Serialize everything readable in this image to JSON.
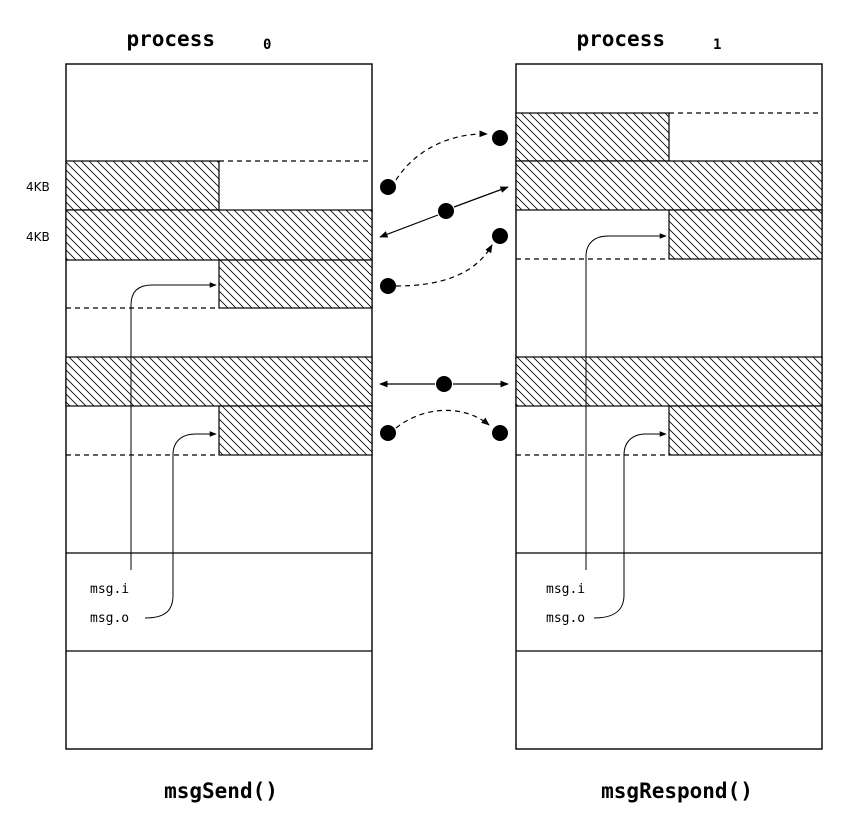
{
  "process0": {
    "title": "process",
    "subscript": "0",
    "function": "msgSend()",
    "pointer_in": "msg.i",
    "pointer_out": "msg.o"
  },
  "process1": {
    "title": "process",
    "subscript": "1",
    "function": "msgRespond()",
    "pointer_in": "msg.i",
    "pointer_out": "msg.o"
  },
  "page_sizes": [
    "4KB",
    "4KB"
  ],
  "colors": {
    "stroke": "#000000",
    "background": "#ffffff"
  }
}
